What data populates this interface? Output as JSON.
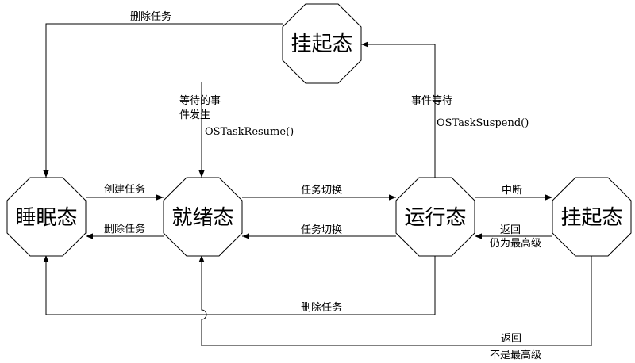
{
  "nodes": {
    "suspend_top": "挂起态",
    "sleep": "睡眠态",
    "ready": "就绪态",
    "running": "运行态",
    "suspend_right": "挂起态"
  },
  "edges": {
    "delete_top": "删除任务",
    "create": "创建任务",
    "delete_ready_sleep": "删除任务",
    "switch_forward": "任务切换",
    "switch_back": "任务切换",
    "event_occur_line1": "等待的事",
    "event_occur_line2": "件发生",
    "resume_api": "OSTaskResume()",
    "event_wait": "事件等待",
    "suspend_api": "OSTaskSuspend()",
    "interrupt": "中断",
    "return_high_line1": "返回",
    "return_high_line2": "仍为最高级",
    "delete_bottom": "删除任务",
    "return_low_line1": "返回",
    "return_low_line2": "不是最高级"
  }
}
